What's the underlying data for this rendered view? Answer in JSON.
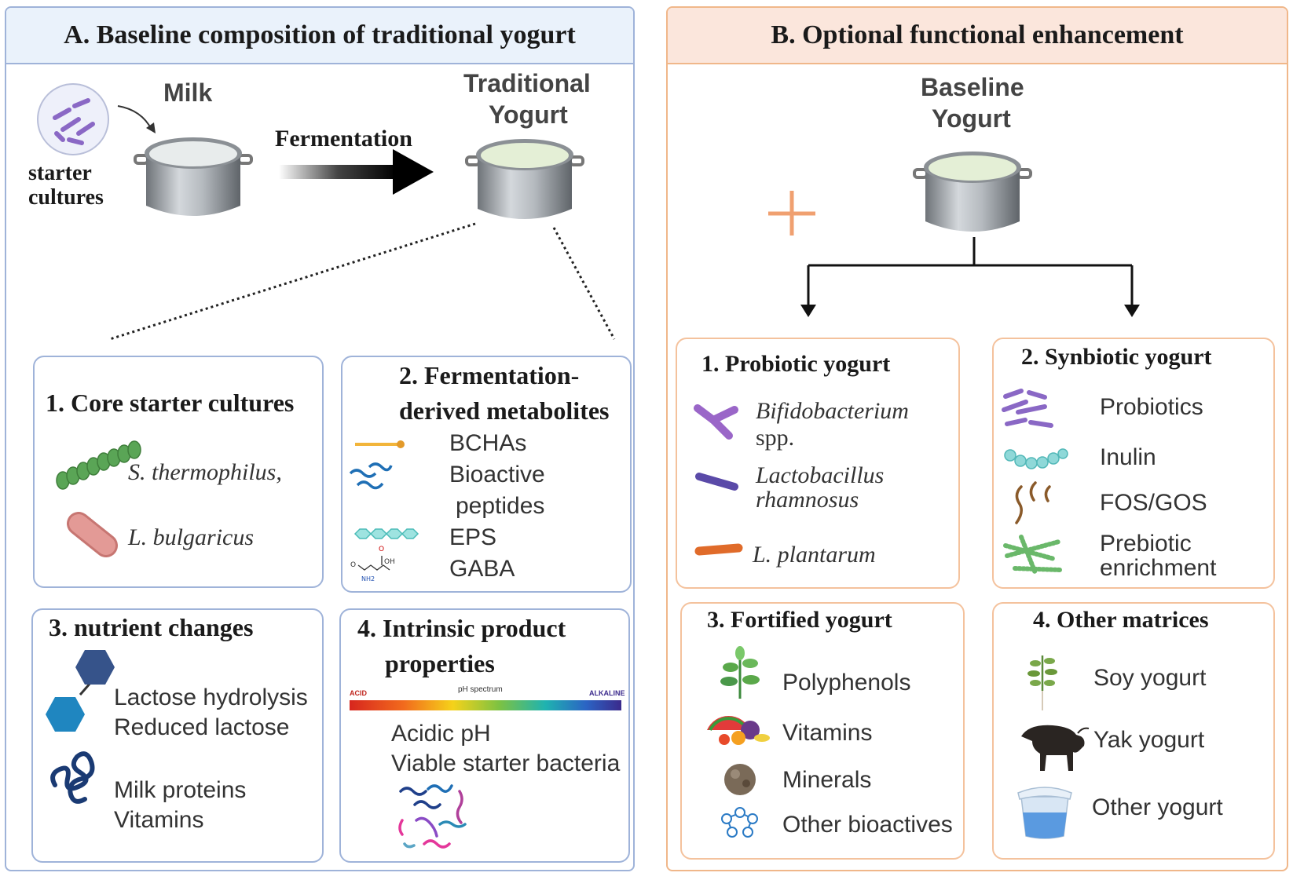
{
  "panel_a": {
    "title": "A. Baseline composition of traditional yogurt",
    "milk_label": "Milk",
    "starter_label_line1": "starter",
    "starter_label_line2": "cultures",
    "fermentation_label": "Fermentation",
    "yogurt_label_line1": "Traditional",
    "yogurt_label_line2": "Yogurt",
    "box1": {
      "title": "1.  Core starter cultures",
      "item1": "S. thermophilus,",
      "item2": "L. bulgaricus"
    },
    "box2": {
      "title_line1": "2. Fermentation-",
      "title_line2": "derived metabolites",
      "items": [
        "BCHAs",
        "Bioactive",
        "peptides",
        "EPS",
        "GABA"
      ]
    },
    "box3": {
      "title": "3. nutrient changes",
      "items": [
        "Lactose hydrolysis",
        "Reduced lactose",
        "Milk proteins",
        "Vitamins"
      ]
    },
    "box4": {
      "title_line1": "4. Intrinsic product",
      "title_line2": "properties",
      "ph_title": "pH spectrum",
      "ph_acid": "ACID",
      "ph_alkaline": "ALKALINE",
      "items": [
        "Acidic pH",
        "Viable starter bacteria"
      ]
    }
  },
  "panel_b": {
    "title": "B. Optional functional enhancement",
    "yogurt_label_line1": "Baseline",
    "yogurt_label_line2": "Yogurt",
    "box1": {
      "title": "1.  Probiotic yogurt",
      "items": [
        "Bifidobacterium",
        "spp.",
        "Lactobacillus",
        "rhamnosus",
        "L. plantarum"
      ]
    },
    "box2": {
      "title": "2. Synbiotic yogurt",
      "items": [
        "Probiotics",
        "Inulin",
        "FOS/GOS",
        "Prebiotic",
        "enrichment"
      ]
    },
    "box3": {
      "title": "3. Fortified yogurt",
      "items": [
        "Polyphenols",
        "Vitamins",
        "Minerals",
        "Other bioactives"
      ]
    },
    "box4": {
      "title": "4. Other matrices",
      "items": [
        "Soy yogurt",
        "Yak yogurt",
        "Other yogurt"
      ]
    }
  },
  "colors": {
    "panel_a_border": "#9fb3d9",
    "panel_a_header": "#eaf2fb",
    "panel_b_border": "#f0b78a",
    "panel_b_header": "#fbe6dc",
    "plus_sign": "#f0a070"
  },
  "icons": [
    "bacteria-cluster-icon",
    "pot-icon",
    "arrow-icon",
    "streptococcus-chain-icon",
    "rod-bacterium-icon",
    "lipid-chain-icon",
    "peptide-icon",
    "polysaccharide-icon",
    "gaba-molecule-icon",
    "hexagon-icon",
    "protein-icon",
    "ph-spectrum-bar",
    "bacteria-strands-icon",
    "y-bacterium-icon",
    "rod-bacterium-icon",
    "beaded-chain-icon",
    "curly-fiber-icon",
    "plant-icon",
    "fruit-icon",
    "rock-icon",
    "molecule-icon",
    "soy-plant-icon",
    "yak-icon",
    "yogurt-cup-icon",
    "plus-icon"
  ]
}
